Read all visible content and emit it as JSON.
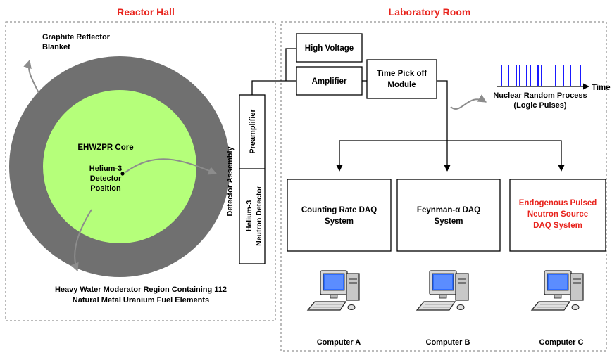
{
  "regions": {
    "reactor_hall": "Reactor Hall",
    "laboratory_room": "Laboratory Room"
  },
  "reactor": {
    "reflector_label": [
      "Graphite Reflector",
      "Blanket"
    ],
    "core_label": "EHWZPR Core",
    "detector_position_label": [
      "Helium-3",
      "Detector",
      "Position"
    ],
    "moderator_label": [
      "Heavy Water Moderator Region Containing 112",
      "Natural Metal Uranium Fuel Elements"
    ],
    "colors": {
      "reflector": "#707070",
      "core": "#b5ff7a"
    }
  },
  "detector_assembly": {
    "title": "Detector Assembly",
    "preamplifier": "Preamplifier",
    "detector": [
      "Helium-3",
      "Neutron Detector"
    ]
  },
  "electronics": {
    "high_voltage": "High Voltage",
    "amplifier": "Amplifier",
    "time_pickoff": [
      "Time Pick off",
      "Module"
    ]
  },
  "pulse_train": {
    "axis_label": "Time",
    "caption": [
      "Nuclear Random Process",
      "(Logic Pulses)"
    ],
    "color": "#1a1aff"
  },
  "daq_systems": [
    {
      "label": [
        "Counting Rate DAQ",
        "System"
      ],
      "computer": "Computer A",
      "highlight": false
    },
    {
      "label": [
        "Feynman-α DAQ",
        "System"
      ],
      "computer": "Computer B",
      "highlight": false
    },
    {
      "label": [
        "Endogenous Pulsed",
        "Neutron Source",
        "DAQ System"
      ],
      "computer": "Computer C",
      "highlight": true
    }
  ],
  "accent_color": "#e8231c"
}
